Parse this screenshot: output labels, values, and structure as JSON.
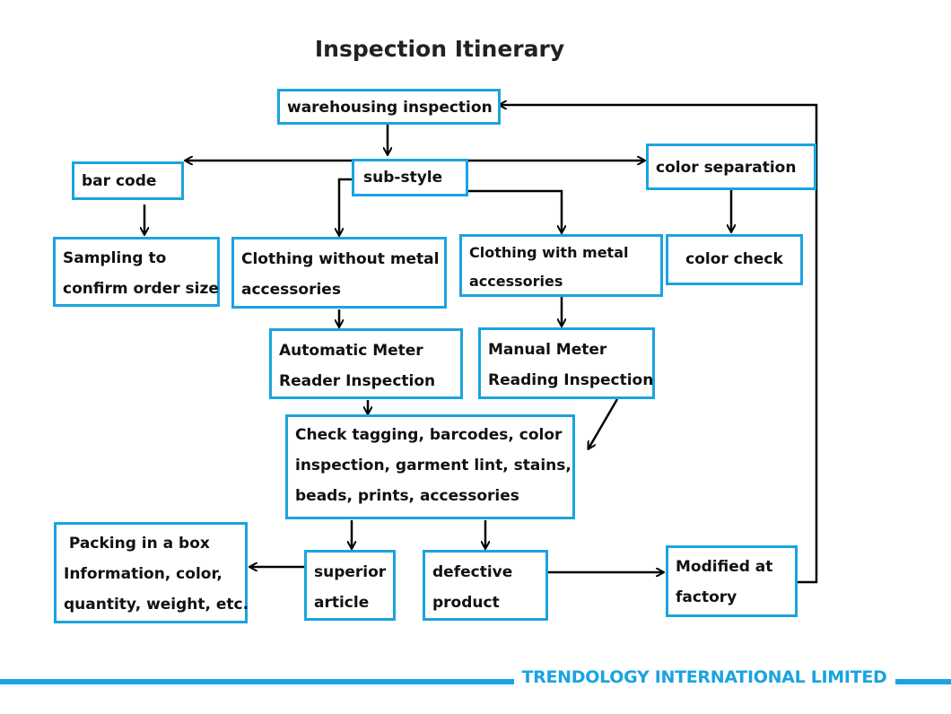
{
  "title": "Inspection Itinerary",
  "nodes": {
    "warehousing": [
      "warehousing inspection"
    ],
    "bar_code": [
      "bar code"
    ],
    "sub_style": [
      "sub-style"
    ],
    "color_separation": [
      "color separation"
    ],
    "sampling": [
      "Sampling to",
      "confirm order size"
    ],
    "without_metal": [
      "Clothing without metal",
      "accessories"
    ],
    "with_metal": [
      "Clothing with metal",
      "accessories"
    ],
    "color_check": [
      "color check"
    ],
    "auto_meter": [
      "Automatic Meter",
      "Reader Inspection"
    ],
    "manual_meter": [
      "Manual Meter",
      "Reading Inspection"
    ],
    "check": [
      "Check tagging, barcodes, color",
      "inspection, garment lint, stains,",
      "beads, prints, accessories"
    ],
    "packing": [
      " Packing in a box",
      "Information, color,",
      "quantity, weight, etc."
    ],
    "superior": [
      "superior",
      "article"
    ],
    "defective": [
      "defective",
      "product"
    ],
    "modified": [
      "Modified at",
      "factory"
    ]
  },
  "footer": {
    "company": "TRENDOLOGY INTERNATIONAL LIMITED"
  },
  "colors": {
    "accent": "#1aa3e0",
    "text": "#111111",
    "arrow": "#000000"
  }
}
